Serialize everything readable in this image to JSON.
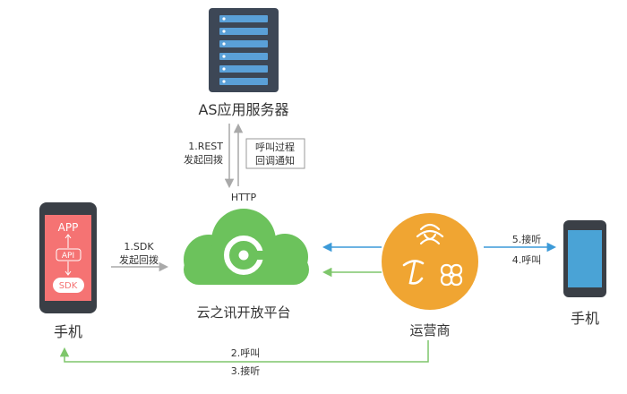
{
  "server": {
    "label": "AS应用服务器"
  },
  "server_to_cloud": {
    "line1": "1.REST",
    "line2": "发起回拨"
  },
  "cloud_to_server": {
    "line1": "呼叫过程",
    "line2": "回调通知"
  },
  "http": {
    "label": "HTTP"
  },
  "phone_left": {
    "app_label": "APP",
    "api_label": "API",
    "sdk_label": "SDK",
    "caption": "手机"
  },
  "phone_to_cloud": {
    "line1": "1.SDK",
    "line2": "发起回拨"
  },
  "cloud": {
    "caption": "云之讯开放平台"
  },
  "operator": {
    "caption": "运营商"
  },
  "operator_to_phone": {
    "line1": "5.接听",
    "line2": "4.呼叫"
  },
  "phone_right": {
    "caption": "手机"
  },
  "operator_to_left_phone": {
    "line1": "2.呼叫",
    "line2": "3.接听"
  },
  "colors": {
    "server_body": "#3d4756",
    "server_slot": "#5aa0d8",
    "phone_body": "#3a3f46",
    "phone_left_screen": "#f57373",
    "phone_right_screen": "#4aa3d6",
    "cloud_green": "#6cc25c",
    "operator_orange": "#f0a532",
    "arrow_gray": "#a9a9a9",
    "arrow_blue": "#3c9ad8",
    "arrow_green": "#7ec66b"
  }
}
